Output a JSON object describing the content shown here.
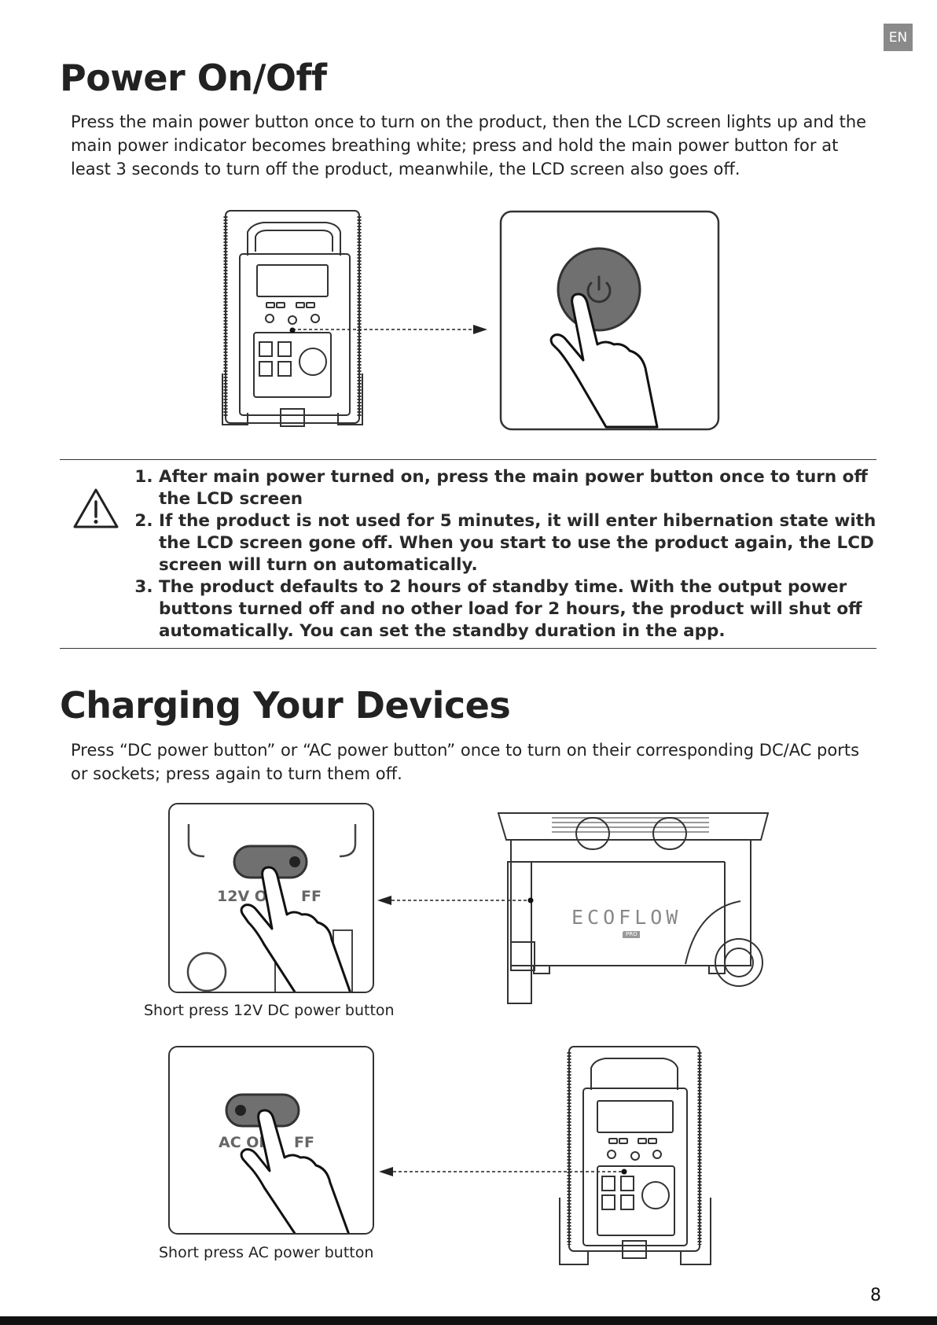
{
  "lang_badge": "EN",
  "page_number": "8",
  "power_section": {
    "title": "Power On/Off",
    "description": "Press the main power button once to turn on the product, then the LCD screen lights up and the main power indicator becomes breathing white; press and hold the main power button for at least 3 seconds to turn off the product, meanwhile, the LCD screen also goes off."
  },
  "notice": {
    "items": [
      "After main power turned on, press the main power button once to turn off the LCD screen",
      "If the product is not used for 5 minutes, it will enter hibernation state with the LCD screen gone off. When you start to use the product again, the LCD screen will turn on automatically.",
      "The product defaults to 2 hours of standby time. With the output power buttons turned off and no other load for 2 hours, the product will shut off automatically. You can set the standby duration in the app."
    ]
  },
  "charging_section": {
    "title": "Charging Your Devices",
    "description": "Press “DC power button” or “AC power button” once to turn on their corresponding DC/AC ports or sockets; press again to turn them off.",
    "dc_button_label": "12V ON",
    "dc_button_label_tail": "FF",
    "dc_caption": "Short press 12V DC power button",
    "ac_button_label": "AC ON",
    "ac_button_label_tail": "FF",
    "ac_caption": "Short press AC power button",
    "brand_logo_text": "ECOFLOW",
    "brand_badge": "PRO"
  }
}
